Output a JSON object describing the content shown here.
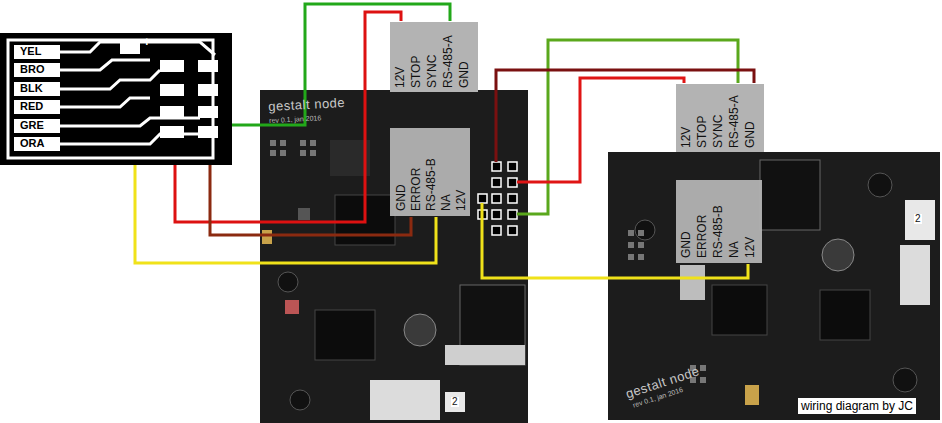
{
  "diagram": {
    "nodes": [
      {
        "text": [
          "YEL",
          "BRO",
          "BLK",
          "RED",
          "GRE",
          "ORA",
          "+"
        ]
      },
      {
        "text": [
          "gestalt node",
          "rev 0.1, jan 2016"
        ]
      },
      {
        "text": [
          "gestalt node",
          "rev 0.1, jan 2016"
        ]
      }
    ],
    "edges": [
      {
        "from": 0,
        "to": 1,
        "arrow": "none"
      },
      {
        "from": 0,
        "to": 1,
        "arrow": "none"
      },
      {
        "from": 0,
        "to": 1,
        "arrow": "none"
      },
      {
        "from": 0,
        "to": 1,
        "arrow": "none"
      },
      {
        "from": 1,
        "to": 2,
        "arrow": "none"
      },
      {
        "from": 1,
        "to": 2,
        "arrow": "none"
      },
      {
        "from": 1,
        "to": 2,
        "arrow": "none"
      },
      {
        "from": 1,
        "to": 2,
        "arrow": "none"
      }
    ],
    "labels": [
      "12V",
      "STOP",
      "SYNC",
      "RS-485-A",
      "GND",
      "GND",
      "ERROR",
      "RS-485-B",
      "NA",
      "12V",
      "12V",
      "STOP",
      "SYNC",
      "RS-485-A",
      "GND",
      "GND",
      "ERROR",
      "RS-485-B",
      "NA",
      "12V",
      "2",
      "2",
      "wiring diagram by JC"
    ]
  }
}
